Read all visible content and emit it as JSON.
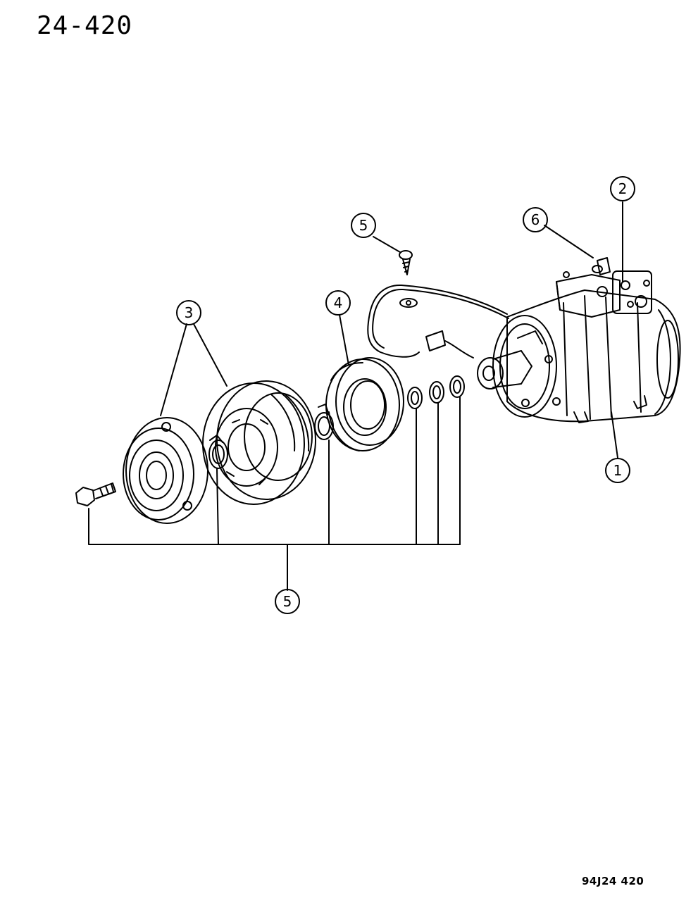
{
  "header": {
    "page_code": "24-420"
  },
  "footer": {
    "figure_code": "94J24  420"
  },
  "callouts": [
    {
      "id": "callout-1",
      "label": "1"
    },
    {
      "id": "callout-2",
      "label": "2"
    },
    {
      "id": "callout-3",
      "label": "3"
    },
    {
      "id": "callout-4",
      "label": "4"
    },
    {
      "id": "callout-5-top",
      "label": "5"
    },
    {
      "id": "callout-5-bottom",
      "label": "5"
    },
    {
      "id": "callout-6",
      "label": "6"
    }
  ],
  "colors": {
    "line": "#000000",
    "background": "#ffffff"
  }
}
